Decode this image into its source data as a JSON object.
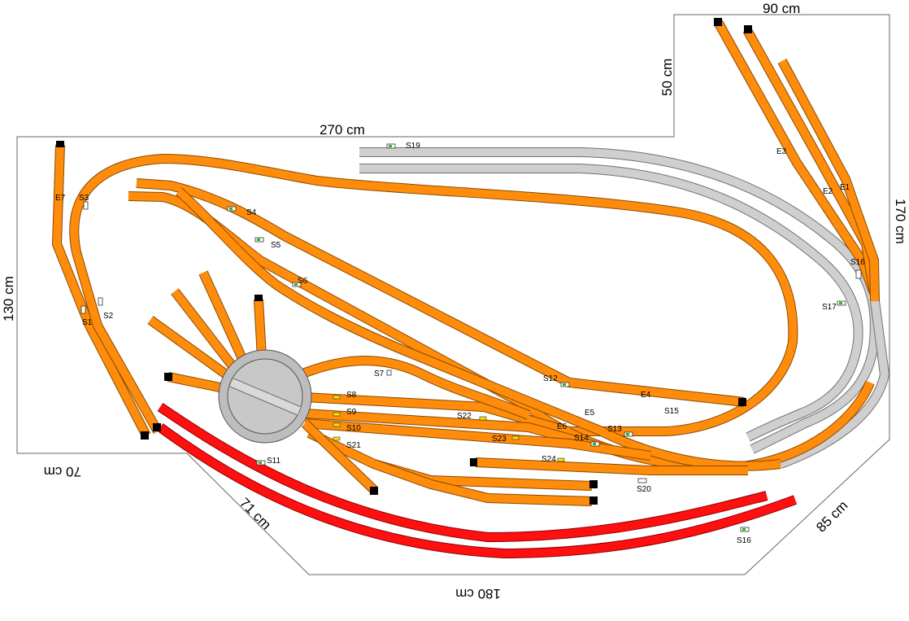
{
  "dimensions": {
    "top_right": "90 cm",
    "right_upper": "50 cm",
    "top": "270 cm",
    "right": "170 cm",
    "left": "130 cm",
    "bottom_left": "70 cm",
    "diag_left": "71 cm",
    "bottom": "180 cm",
    "diag_right": "85 cm"
  },
  "labels": {
    "s1": "S1",
    "s2": "S2",
    "s3": "S3",
    "s4": "S4",
    "s5": "S5",
    "s6": "S6",
    "s7": "S7",
    "s8": "S8",
    "s9": "S9",
    "s10": "S10",
    "s11": "S11",
    "s12": "S12",
    "s13": "S13",
    "s14": "S14",
    "s15": "S15",
    "s16a": "S16",
    "s16b": "S16",
    "s17": "S17",
    "s19": "S19",
    "s20": "S20",
    "s21": "S21",
    "s22": "S22",
    "s23": "S23",
    "s24": "S24",
    "e1": "E1",
    "e2": "E2",
    "e3": "E3",
    "e4": "E4",
    "e5": "E5",
    "e6": "E6",
    "e7": "E7"
  },
  "colors": {
    "main_track": "#ff8c0a",
    "grey_track": "#cfcfcf",
    "red_track": "#ff0f0f",
    "turntable": "#c8c8c8"
  }
}
